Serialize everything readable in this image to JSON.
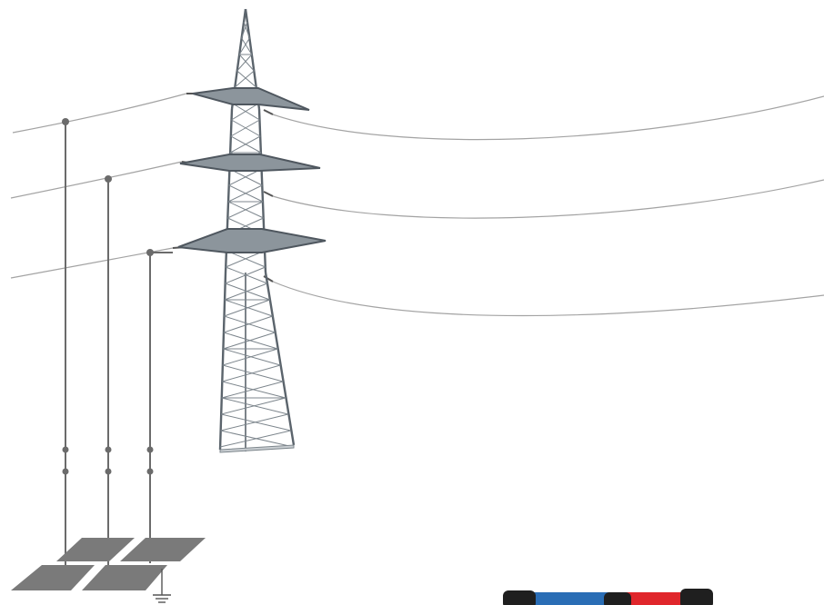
{
  "colors": {
    "background": "#ffffff",
    "wire": "#9a9a9a",
    "lead": "#6b6b6b",
    "node": "#6b6b6b",
    "tower_steel": "#6f7880",
    "tower_dark": "#4a525a",
    "ground_plate": "#7a7a7a",
    "device_red": "#e0262b",
    "device_blue": "#2a6db5",
    "device_dark": "#1f1f1f"
  },
  "scene": {
    "tower": {
      "type": "lattice-transmission-tower",
      "crossarms": 3
    },
    "conductors": {
      "count": 3
    },
    "test_leads": {
      "count": 3
    },
    "ground_plates": {
      "count": 4
    },
    "ground_symbol": "earth-ground-icon",
    "device": {
      "type": "measurement-instrument",
      "visible": "partial"
    }
  }
}
